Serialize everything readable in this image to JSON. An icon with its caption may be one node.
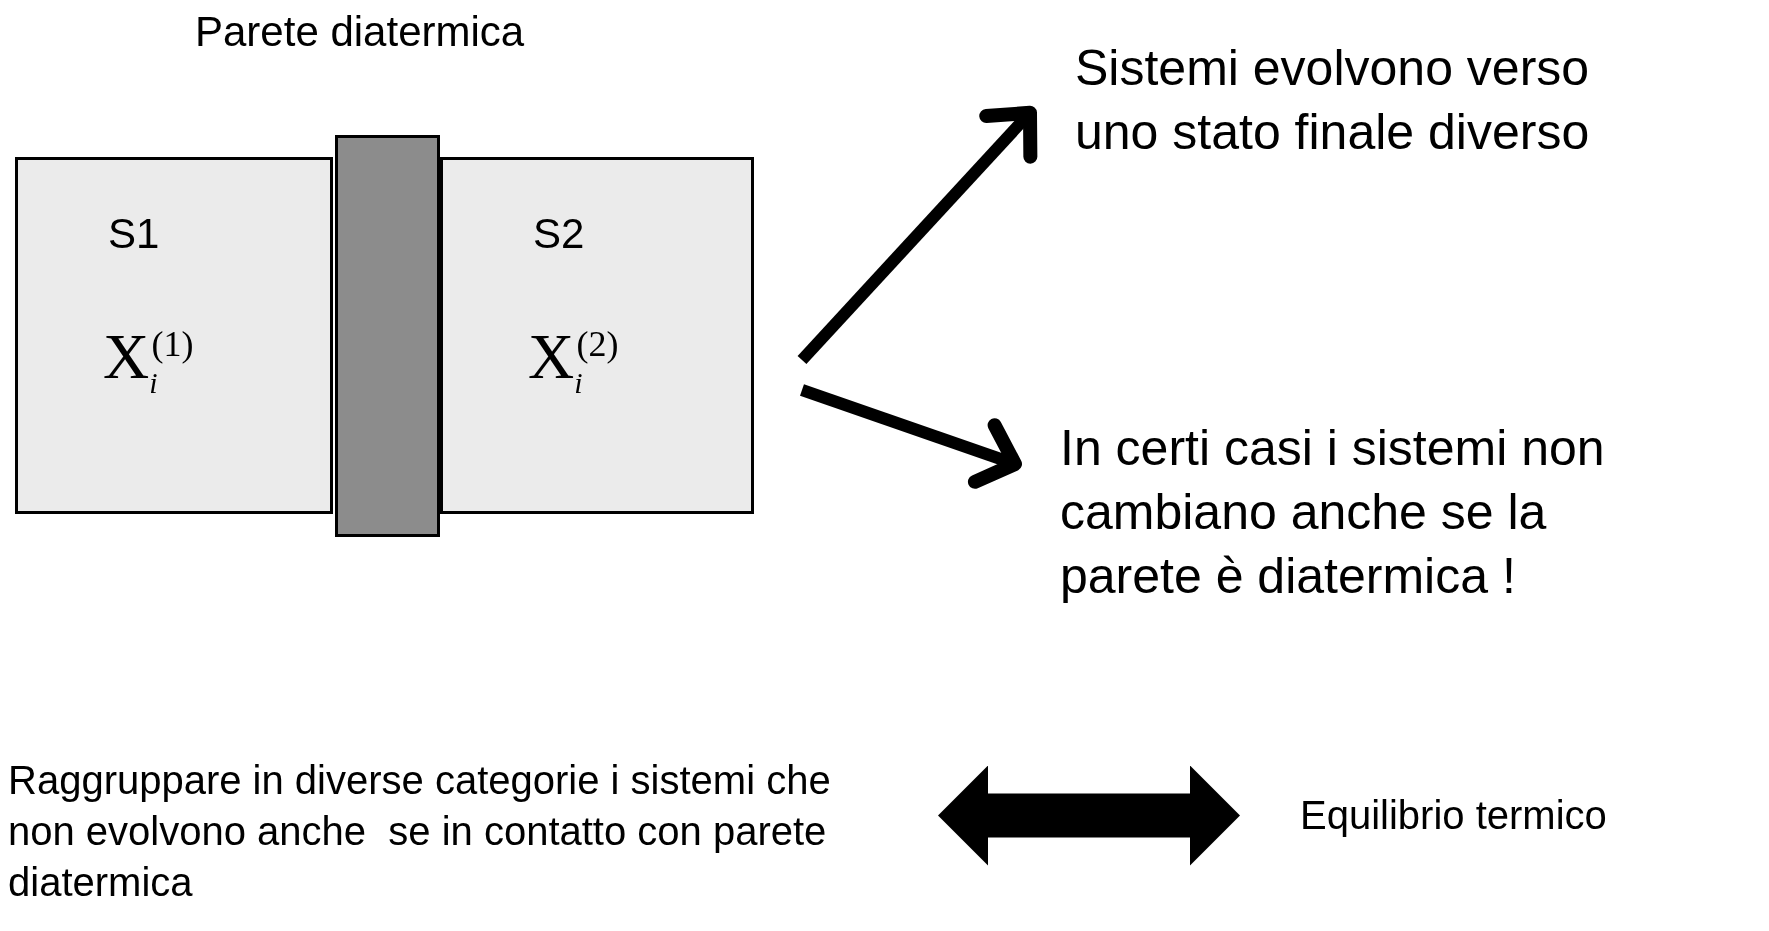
{
  "diagram": {
    "nodes": [
      {
        "text": [
          "S1",
          "X$_{i}$$^{(1)}$"
        ]
      },
      {
        "text": [],
        "shape": "bar",
        "beside": [
          "Parete diatermica"
        ]
      },
      {
        "text": [
          "S2",
          "X$_{i}$$^{(2)}$"
        ]
      },
      {
        "text": [
          "Sistemi evolvono verso uno stato finale diverso"
        ]
      },
      {
        "text": [
          "In certi casi i sistemi non cambiano anche se la parete è diatermica !"
        ]
      },
      {
        "text": [
          "Raggruppare in diverse categorie i sistemi che  non evolvono anche  se in contatto con parete diatermica"
        ]
      },
      {
        "text": [
          "Equilibrio termico"
        ]
      }
    ],
    "edges": [
      {
        "from": null,
        "to": 3,
        "arrow": "to"
      },
      {
        "from": null,
        "to": 4,
        "arrow": "to"
      },
      {
        "from": 5,
        "to": 6,
        "arrow": "both",
        "style": "thick"
      }
    ]
  }
}
